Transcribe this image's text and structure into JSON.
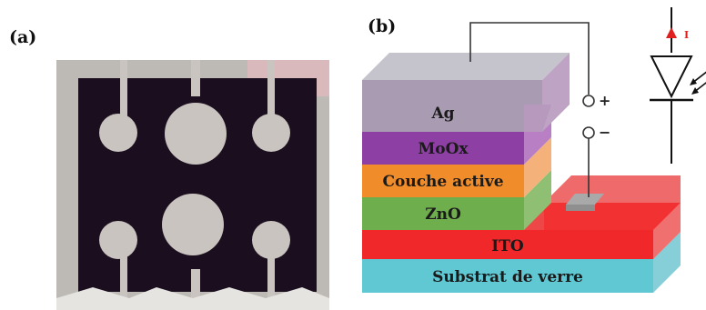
{
  "panels": {
    "a": {
      "label": "(a)"
    },
    "b": {
      "label": "(b)"
    }
  },
  "layers": [
    {
      "id": "ag",
      "label": "Ag",
      "front": "#a99bb2",
      "side": "#bfa3c4",
      "top": "#c5c3cc"
    },
    {
      "id": "moox",
      "label": "MoOx",
      "front": "#8e3fa3",
      "side": "#b87fc4"
    },
    {
      "id": "active",
      "label": "Couche active",
      "front": "#f08c2a",
      "side": "#f4b27a"
    },
    {
      "id": "zno",
      "label": "ZnO",
      "front": "#6fae4c",
      "side": "#8ebf73"
    },
    {
      "id": "ito",
      "label": "ITO",
      "front": "#f0282a",
      "side": "#f07070",
      "top": "#ee4747"
    },
    {
      "id": "substrate",
      "label": "Substrat de verre",
      "front": "#5fc8d3",
      "side": "#9adbe2"
    }
  ],
  "terminals": {
    "plus": "+",
    "minus": "−"
  },
  "diode": {
    "current_label": "I"
  },
  "colors": {
    "electrode": "#c9c4bf",
    "film": "#1b0f1f",
    "glass": "#c8c6c2"
  }
}
